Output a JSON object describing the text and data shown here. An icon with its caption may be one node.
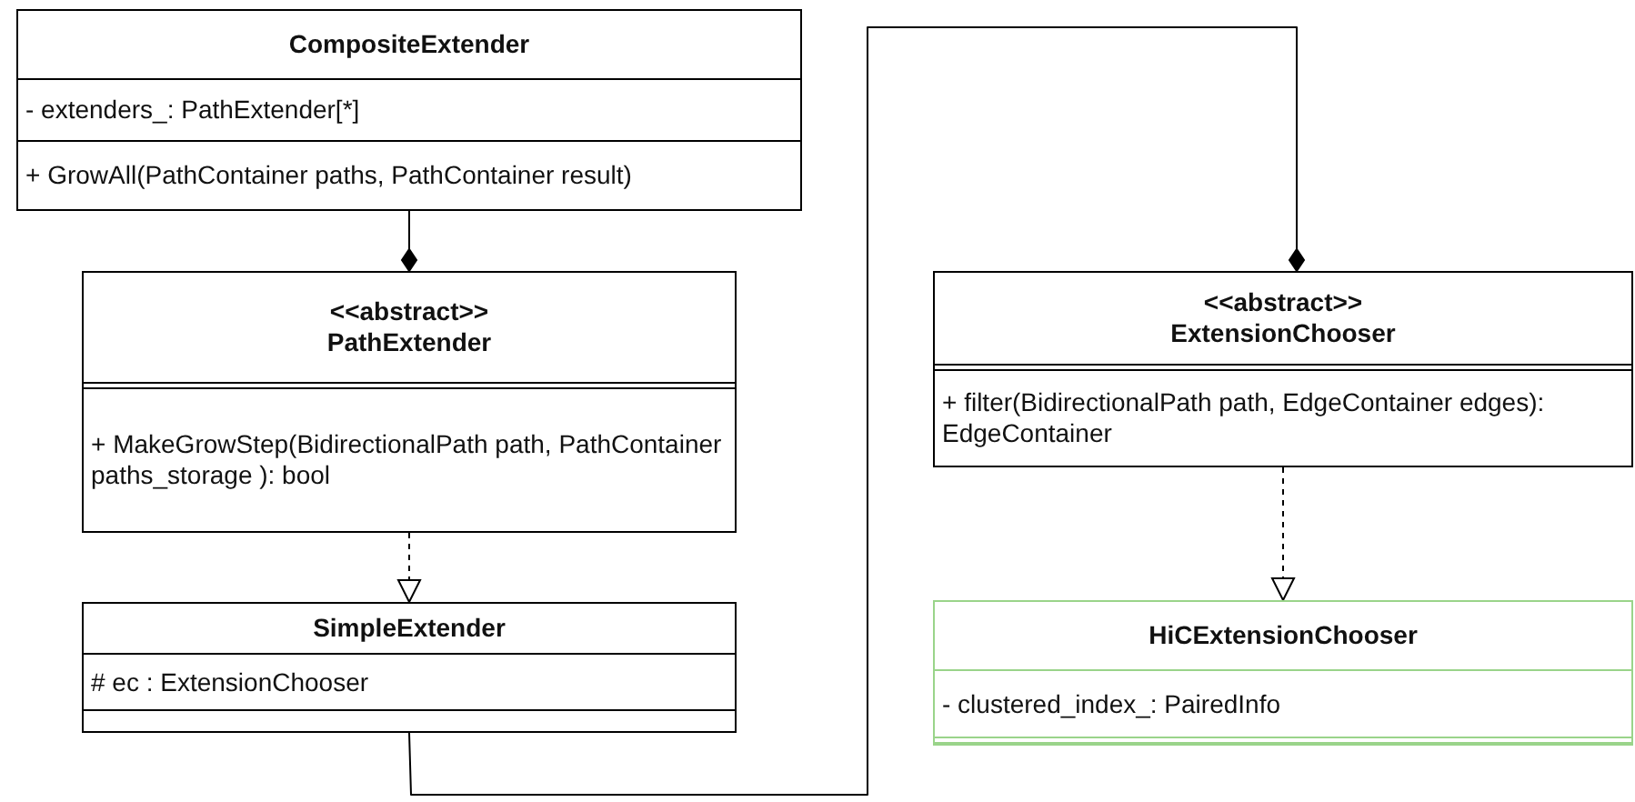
{
  "diagram": {
    "nodes": [
      {
        "text": [
          "CompositeExtender",
          "- extenders_: PathExtender[*]",
          "+ GrowAll(PathContainer paths, PathContainer result)"
        ]
      },
      {
        "text": [
          "<<abstract>>",
          "PathExtender",
          "+ MakeGrowStep(BidirectionalPath path, PathContainer paths_storage ): bool"
        ]
      },
      {
        "text": [
          "SimpleExtender",
          "# ec  : ExtensionChooser"
        ]
      },
      {
        "text": [
          "<<abstract>>",
          "ExtensionChooser",
          "+ filter(BidirectionalPath path, EdgeContainer edges): EdgeContainer"
        ]
      },
      {
        "text": [
          "HiCExtensionChooser",
          "- clustered_index_: PairedInfo"
        ]
      }
    ],
    "edges": [
      {
        "from": 0,
        "to": 1,
        "arrow": "other"
      },
      {
        "from": 2,
        "to": 3,
        "arrow": "other"
      },
      {
        "from": 1,
        "to": 2,
        "arrow": "to",
        "style": "dashed"
      },
      {
        "from": 3,
        "to": 4,
        "arrow": "to",
        "style": "dashed"
      }
    ]
  }
}
